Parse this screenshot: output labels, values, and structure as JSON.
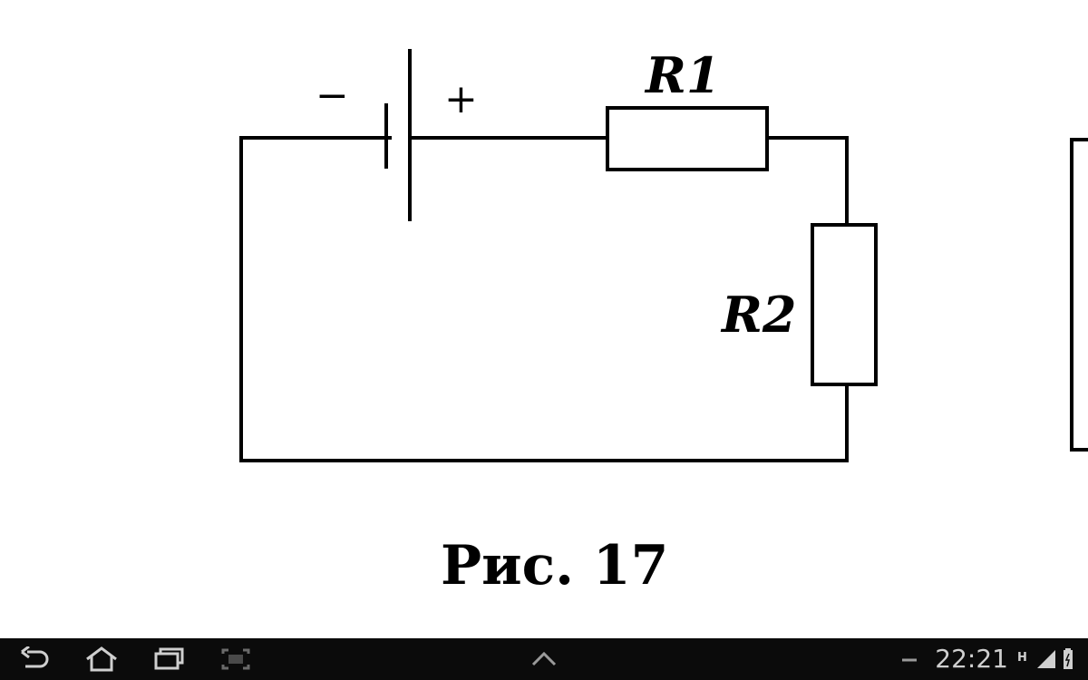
{
  "diagram": {
    "battery": {
      "minus": "−",
      "plus": "+"
    },
    "resistors": [
      {
        "label": "R1"
      },
      {
        "label": "R2"
      }
    ],
    "caption": "Рис. 17"
  },
  "status_bar": {
    "clock": "22:21",
    "network_label": "H"
  },
  "nav": {
    "icons": [
      "back-icon",
      "home-icon",
      "recent-apps-icon",
      "screenshot-icon",
      "chevron-up-icon",
      "minimize-icon",
      "signal-icon",
      "battery-icon"
    ]
  },
  "colors": {
    "navbar_bg": "#0b0b0b",
    "navbar_fg": "#cfcfcf",
    "ink": "#000000",
    "paper": "#ffffff"
  }
}
